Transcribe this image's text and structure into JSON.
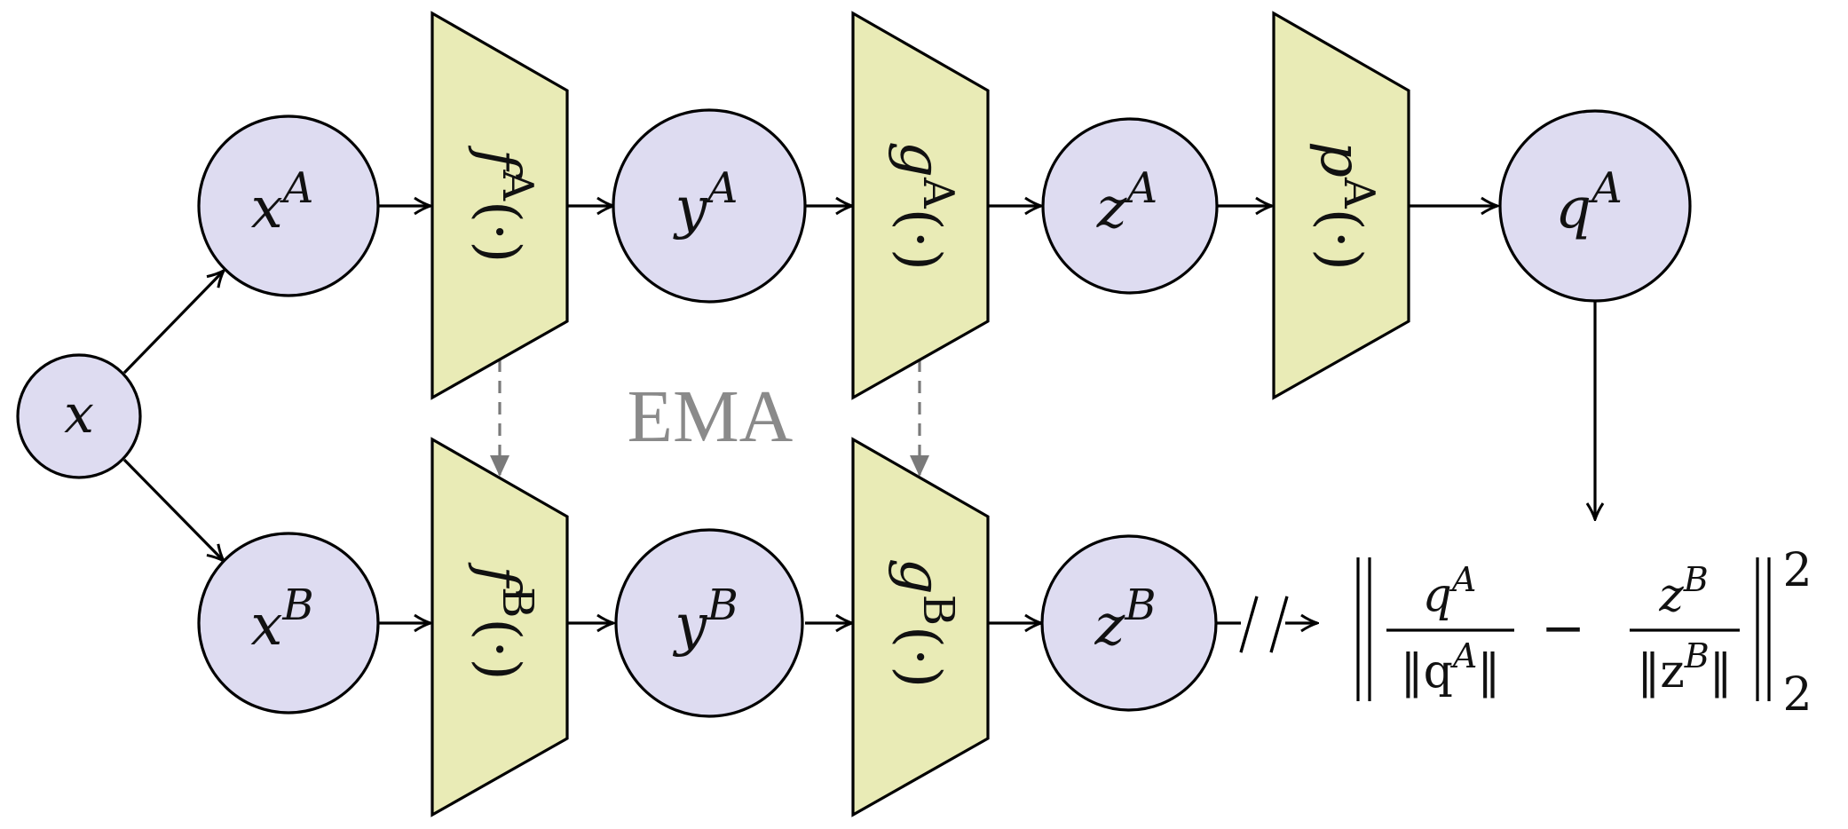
{
  "colors": {
    "node_fill": "#dedcf1",
    "module_fill": "#e9ebb6",
    "ema_color": "#8a8a8a",
    "stroke": "#000000"
  },
  "nodes": {
    "x": {
      "base": "x",
      "sup": ""
    },
    "xA": {
      "base": "x",
      "sup": "A"
    },
    "yA": {
      "base": "y",
      "sup": "A"
    },
    "zA": {
      "base": "z",
      "sup": "A"
    },
    "qA": {
      "base": "q",
      "sup": "A"
    },
    "xB": {
      "base": "x",
      "sup": "B"
    },
    "yB": {
      "base": "y",
      "sup": "B"
    },
    "zB": {
      "base": "z",
      "sup": "B"
    }
  },
  "modules": {
    "fA": {
      "base": "f",
      "sup": "A",
      "arg": "(·)"
    },
    "gA": {
      "base": "g",
      "sup": "A",
      "arg": "(·)"
    },
    "pA": {
      "base": "p",
      "sup": "A",
      "arg": "(·)"
    },
    "fB": {
      "base": "f",
      "sup": "B",
      "arg": "(·)"
    },
    "gB": {
      "base": "g",
      "sup": "B",
      "arg": "(·)"
    }
  },
  "ema_label": "EMA",
  "stop_gradient_mark": "//",
  "loss": {
    "left_num_base": "q",
    "left_num_sup": "A",
    "left_den": "‖q",
    "left_den_sup": "A",
    "left_den_close": "‖",
    "minus": "−",
    "right_num_base": "z",
    "right_num_sup": "B",
    "right_den": "‖z",
    "right_den_sup": "B",
    "right_den_close": "‖",
    "power": "2",
    "subscript": "2"
  }
}
